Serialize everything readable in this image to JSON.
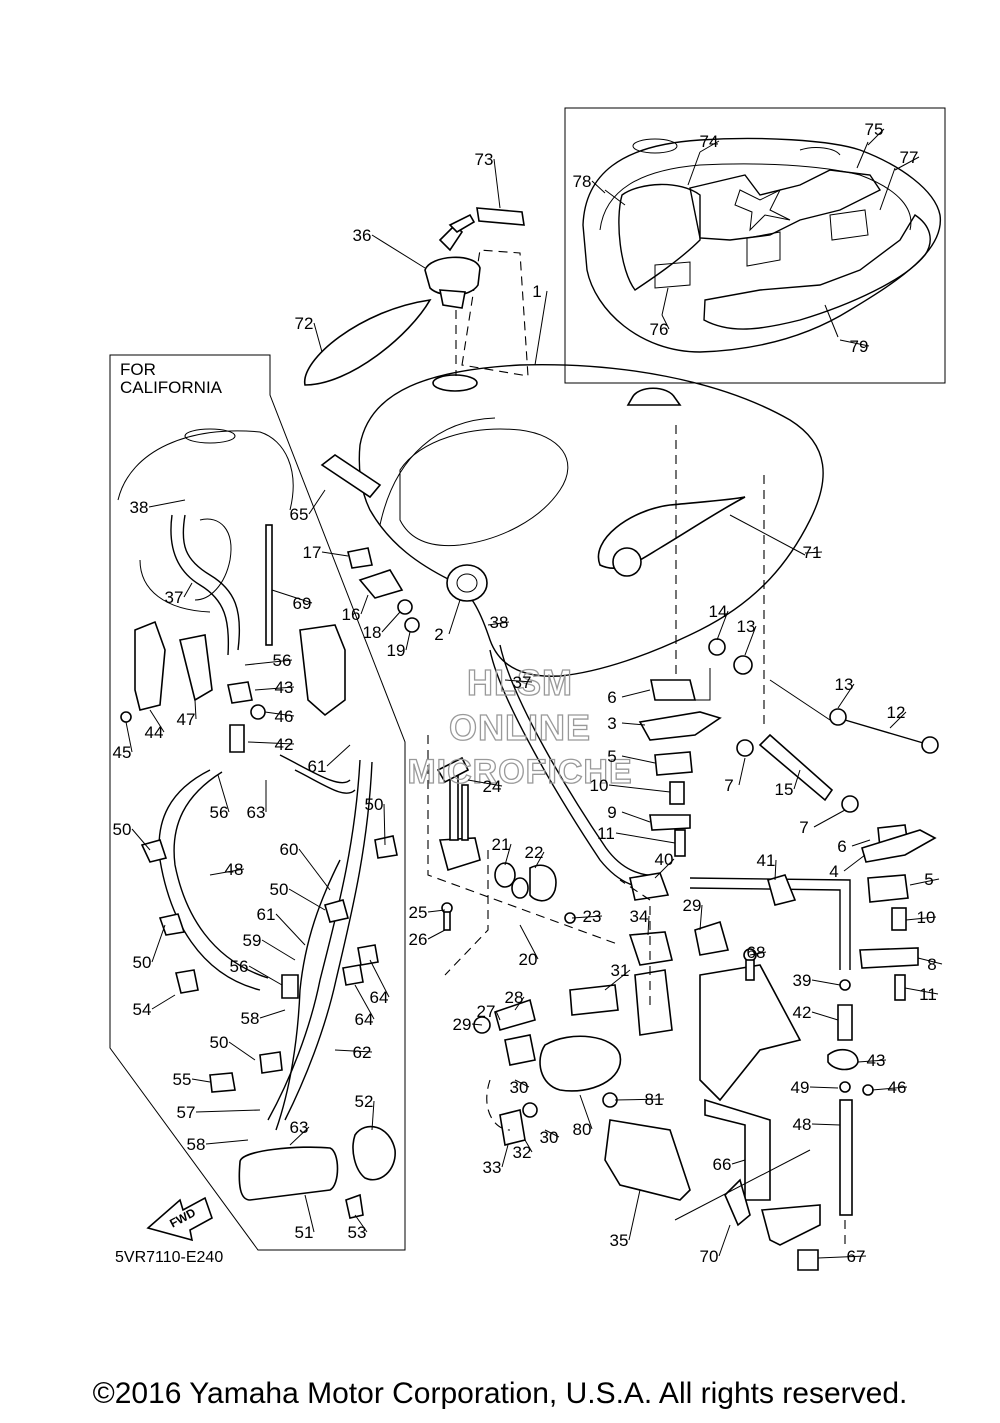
{
  "diagram": {
    "california_box_title_line1": "FOR",
    "california_box_title_line2": "CALIFORNIA",
    "drawing_code": "5VR7110-E240",
    "fwd_label": "FWD",
    "watermark": {
      "line1": "HLSM",
      "line2": "ONLINE",
      "line3": "MICROFICHE"
    },
    "callouts": {
      "p1": "1",
      "p2": "2",
      "p3": "3",
      "p4": "4",
      "p5a": "5",
      "p5b": "5",
      "p6a": "6",
      "p6b": "6",
      "p7a": "7",
      "p7b": "7",
      "p8": "8",
      "p9": "9",
      "p10a": "10",
      "p10b": "10",
      "p11a": "11",
      "p11b": "11",
      "p12": "12",
      "p13a": "13",
      "p13b": "13",
      "p14": "14",
      "p15": "15",
      "p16": "16",
      "p17": "17",
      "p18": "18",
      "p19": "19",
      "p20": "20",
      "p21": "21",
      "p22": "22",
      "p23": "23",
      "p24": "24",
      "p25": "25",
      "p26": "26",
      "p27": "27",
      "p28": "28",
      "p29a": "29",
      "p29b": "29",
      "p30a": "30",
      "p30b": "30",
      "p31": "31",
      "p32": "32",
      "p33": "33",
      "p34": "34",
      "p35": "35",
      "p36": "36",
      "p37a": "37",
      "p37b": "37",
      "p38a": "38",
      "p38b": "38",
      "p39": "39",
      "p40": "40",
      "p41": "41",
      "p42a": "42",
      "p42b": "42",
      "p43a": "43",
      "p43b": "43",
      "p44": "44",
      "p45": "45",
      "p46a": "46",
      "p46b": "46",
      "p47": "47",
      "p48a": "48",
      "p48b": "48",
      "p49": "49",
      "p50a": "50",
      "p50b": "50",
      "p50c": "50",
      "p50d": "50",
      "p50e": "50",
      "p51": "51",
      "p52": "52",
      "p53": "53",
      "p54": "54",
      "p55": "55",
      "p56a": "56",
      "p56b": "56",
      "p56c": "56",
      "p57": "57",
      "p58a": "58",
      "p58b": "58",
      "p59": "59",
      "p60": "60",
      "p61a": "61",
      "p61b": "61",
      "p62": "62",
      "p63a": "63",
      "p63b": "63",
      "p64a": "64",
      "p64b": "64",
      "p65": "65",
      "p66": "66",
      "p67": "67",
      "p68": "68",
      "p69": "69",
      "p70": "70",
      "p71": "71",
      "p72": "72",
      "p73": "73",
      "p74": "74",
      "p75": "75",
      "p76": "76",
      "p77": "77",
      "p78": "78",
      "p79": "79",
      "p80": "80",
      "p81": "81"
    }
  },
  "footer": {
    "copyright": "©2016 Yamaha Motor Corporation, U.S.A. All rights reserved."
  }
}
